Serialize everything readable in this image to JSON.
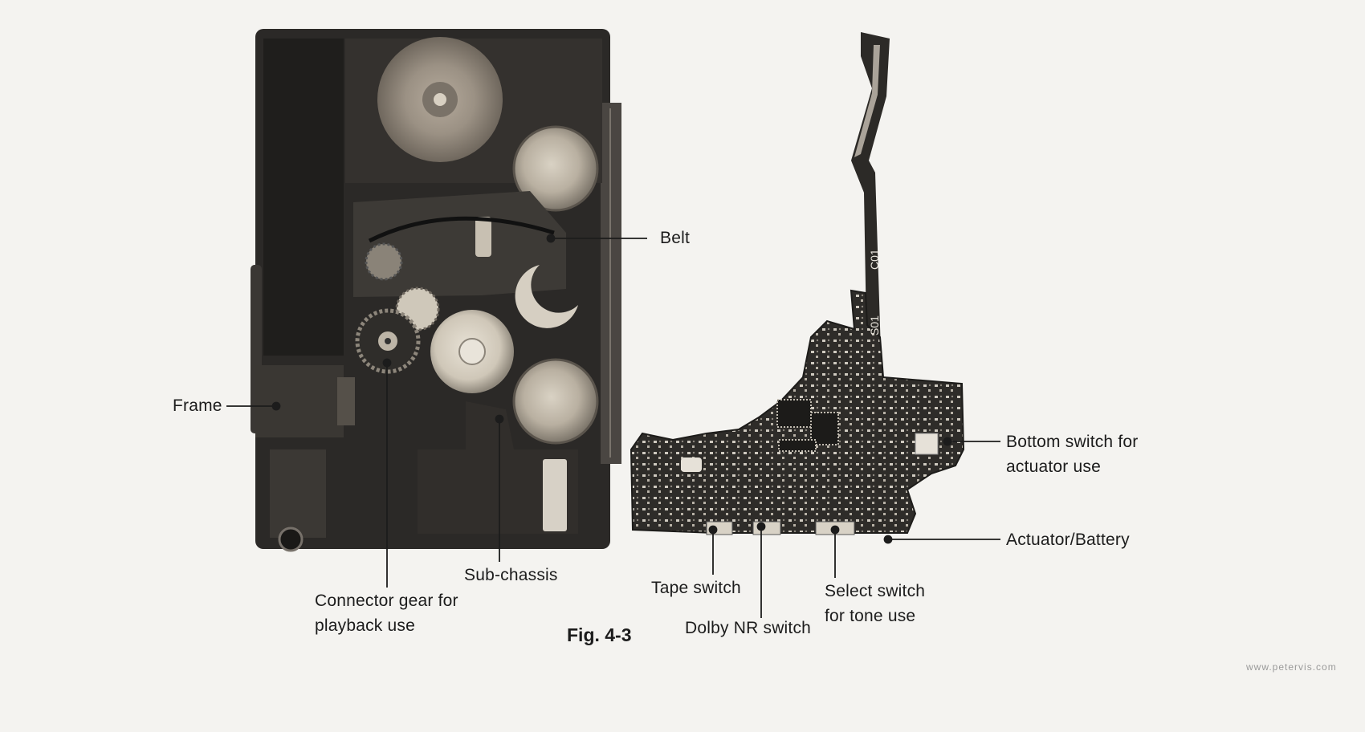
{
  "figure": {
    "caption": "Fig. 4-3",
    "watermark": "www.petervis.com"
  },
  "labels": {
    "belt": "Belt",
    "frame": "Frame",
    "connector_gear_line1": "Connector gear for",
    "connector_gear_line2": "playback use",
    "sub_chassis": "Sub-chassis",
    "tape_switch": "Tape switch",
    "dolby_nr_switch": "Dolby NR switch",
    "select_switch_line1": "Select switch",
    "select_switch_line2": "for tone use",
    "bottom_switch_line1": "Bottom switch for",
    "bottom_switch_line2": "actuator use",
    "actuator_battery": "Actuator/Battery"
  },
  "pcb_markings": {
    "c01": "C01",
    "s01": "S01"
  }
}
